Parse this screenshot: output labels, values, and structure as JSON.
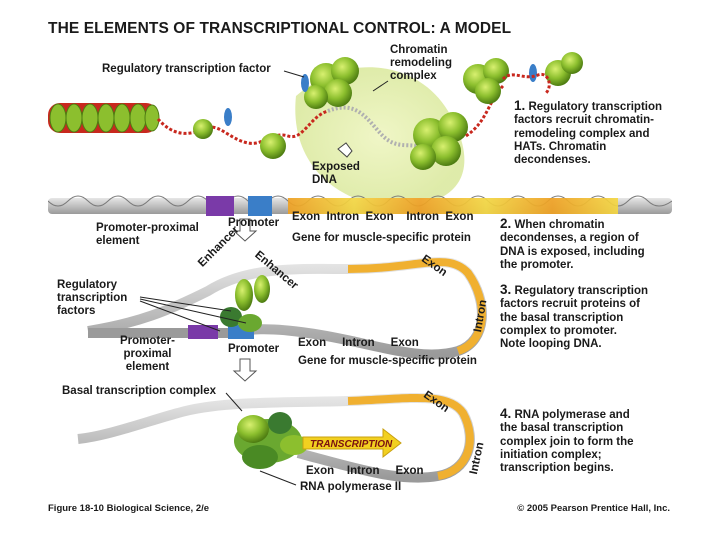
{
  "title": "THE ELEMENTS OF TRANSCRIPTIONAL CONTROL: A MODEL",
  "labels": {
    "regulatory_tf": "Regulatory transcription factor",
    "chromatin_remodeling": [
      "Chromatin",
      "remodeling",
      "complex"
    ],
    "exposed_dna": [
      "Exposed",
      "DNA"
    ],
    "promoter_proximal_element": [
      "Promoter-proximal",
      "element"
    ],
    "promoter": "Promoter",
    "gene_row": [
      "Exon",
      "Intron",
      "Exon",
      "Intron",
      "Exon"
    ],
    "gene_name": "Gene for muscle-specific protein",
    "enhancer": "Enhancer",
    "exon": "Exon",
    "intron": "Intron",
    "regulatory_tfs": [
      "Regulatory",
      "transcription",
      "factors"
    ],
    "promoter_proximal_element_2": [
      "Promoter-",
      "proximal",
      "element"
    ],
    "basal_complex": "Basal transcription complex",
    "transcription": "TRANSCRIPTION",
    "rna_polymerase": "RNA polymerase II"
  },
  "steps": [
    {
      "num": "1.",
      "lines": [
        "Regulatory transcription",
        "factors recruit chromatin-",
        "remodeling complex and",
        "HATs. Chromatin",
        "decondenses."
      ]
    },
    {
      "num": "2.",
      "lines": [
        "When chromatin",
        "decondenses, a region of",
        "DNA is exposed, including",
        "the promoter."
      ]
    },
    {
      "num": "3.",
      "lines": [
        "Regulatory transcription",
        "factors recruit proteins of",
        "the basal transcription",
        "complex to promoter.",
        "Note looping DNA."
      ]
    },
    {
      "num": "4.",
      "lines": [
        "RNA polymerase and",
        "the basal transcription",
        "complex join to form the",
        "initiation complex;",
        "transcription begins."
      ]
    }
  ],
  "footer": {
    "figure": "Figure 18-10  Biological Science, 2/e",
    "copyright": "© 2005 Pearson Prentice Hall, Inc."
  },
  "colors": {
    "nucleosome": "#8cbf2e",
    "nucleosome_dark": "#4e7d12",
    "dna_red": "#c8281e",
    "remodel_glow": "#e8f0b0",
    "exon_orange": "#f0a020",
    "intron_yellow": "#f5d840",
    "promoter_blue": "#3a7ec8",
    "ppe_purple": "#7a3aa8",
    "arrow_yellow": "#f2d020"
  }
}
